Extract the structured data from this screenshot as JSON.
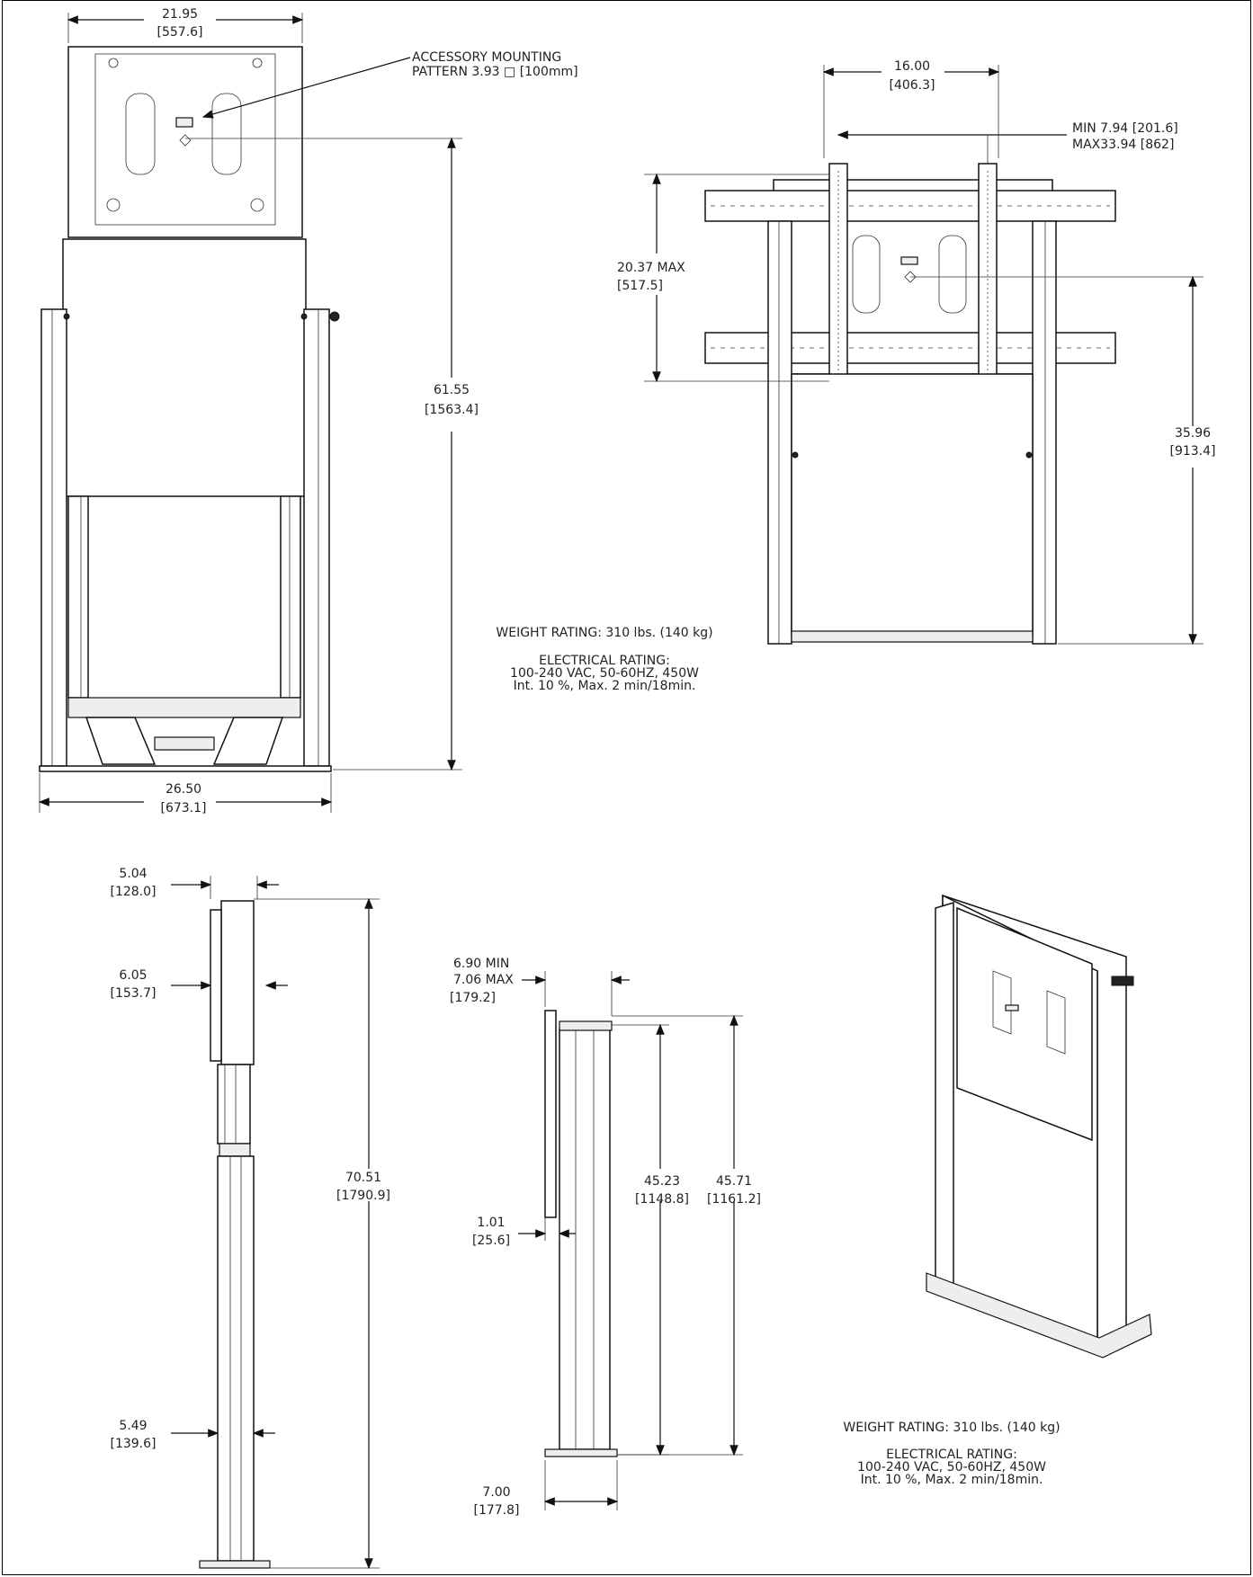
{
  "dims": {
    "front_width": [
      "21.95",
      "[557.6]"
    ],
    "front_base_width": [
      "26.50",
      "[673.1]"
    ],
    "front_height": [
      "61.55",
      "[1563.4]"
    ],
    "accessory": [
      "ACCESSORY MOUNTING",
      "PATTERN 3.93 □ [100mm]"
    ],
    "tr_width": [
      "16.00",
      "[406.3]"
    ],
    "tr_minmax": [
      "MIN 7.94 [201.6]",
      "MAX33.94 [862]"
    ],
    "tr_height": [
      "20.37  MAX",
      "[517.5]"
    ],
    "tr_lift": [
      "35.96",
      "[913.4]"
    ],
    "side_depth_top": [
      "5.04",
      "[128.0]"
    ],
    "side_depth_mid": [
      "6.05",
      "[153.7]"
    ],
    "side_height": [
      "70.51",
      "[1790.9]"
    ],
    "side_base": [
      "5.49",
      "[139.6]"
    ],
    "side2_depth": [
      "6.90  MIN",
      "7.06   MAX",
      "[179.2]"
    ],
    "side2_h1": [
      "45.23",
      "[1148.8]"
    ],
    "side2_h2": [
      "45.71",
      "[1161.2]"
    ],
    "side2_small": [
      "1.01",
      "[25.6]"
    ],
    "side2_base": [
      "7.00",
      "[177.8]"
    ]
  },
  "notes": {
    "weight": "WEIGHT RATING: 310 lbs. (140 kg)",
    "electrical": [
      "ELECTRICAL RATING:",
      "100-240 VAC, 50-60HZ, 450W",
      "Int. 10 %, Max. 2 min/18min."
    ]
  },
  "notes2": {
    "weight": "WEIGHT RATING: 310 lbs. (140 kg)",
    "electrical": [
      "ELECTRICAL RATING:",
      "100-240 VAC, 50-60HZ, 450W",
      "Int. 10 %, Max. 2 min/18min."
    ]
  }
}
